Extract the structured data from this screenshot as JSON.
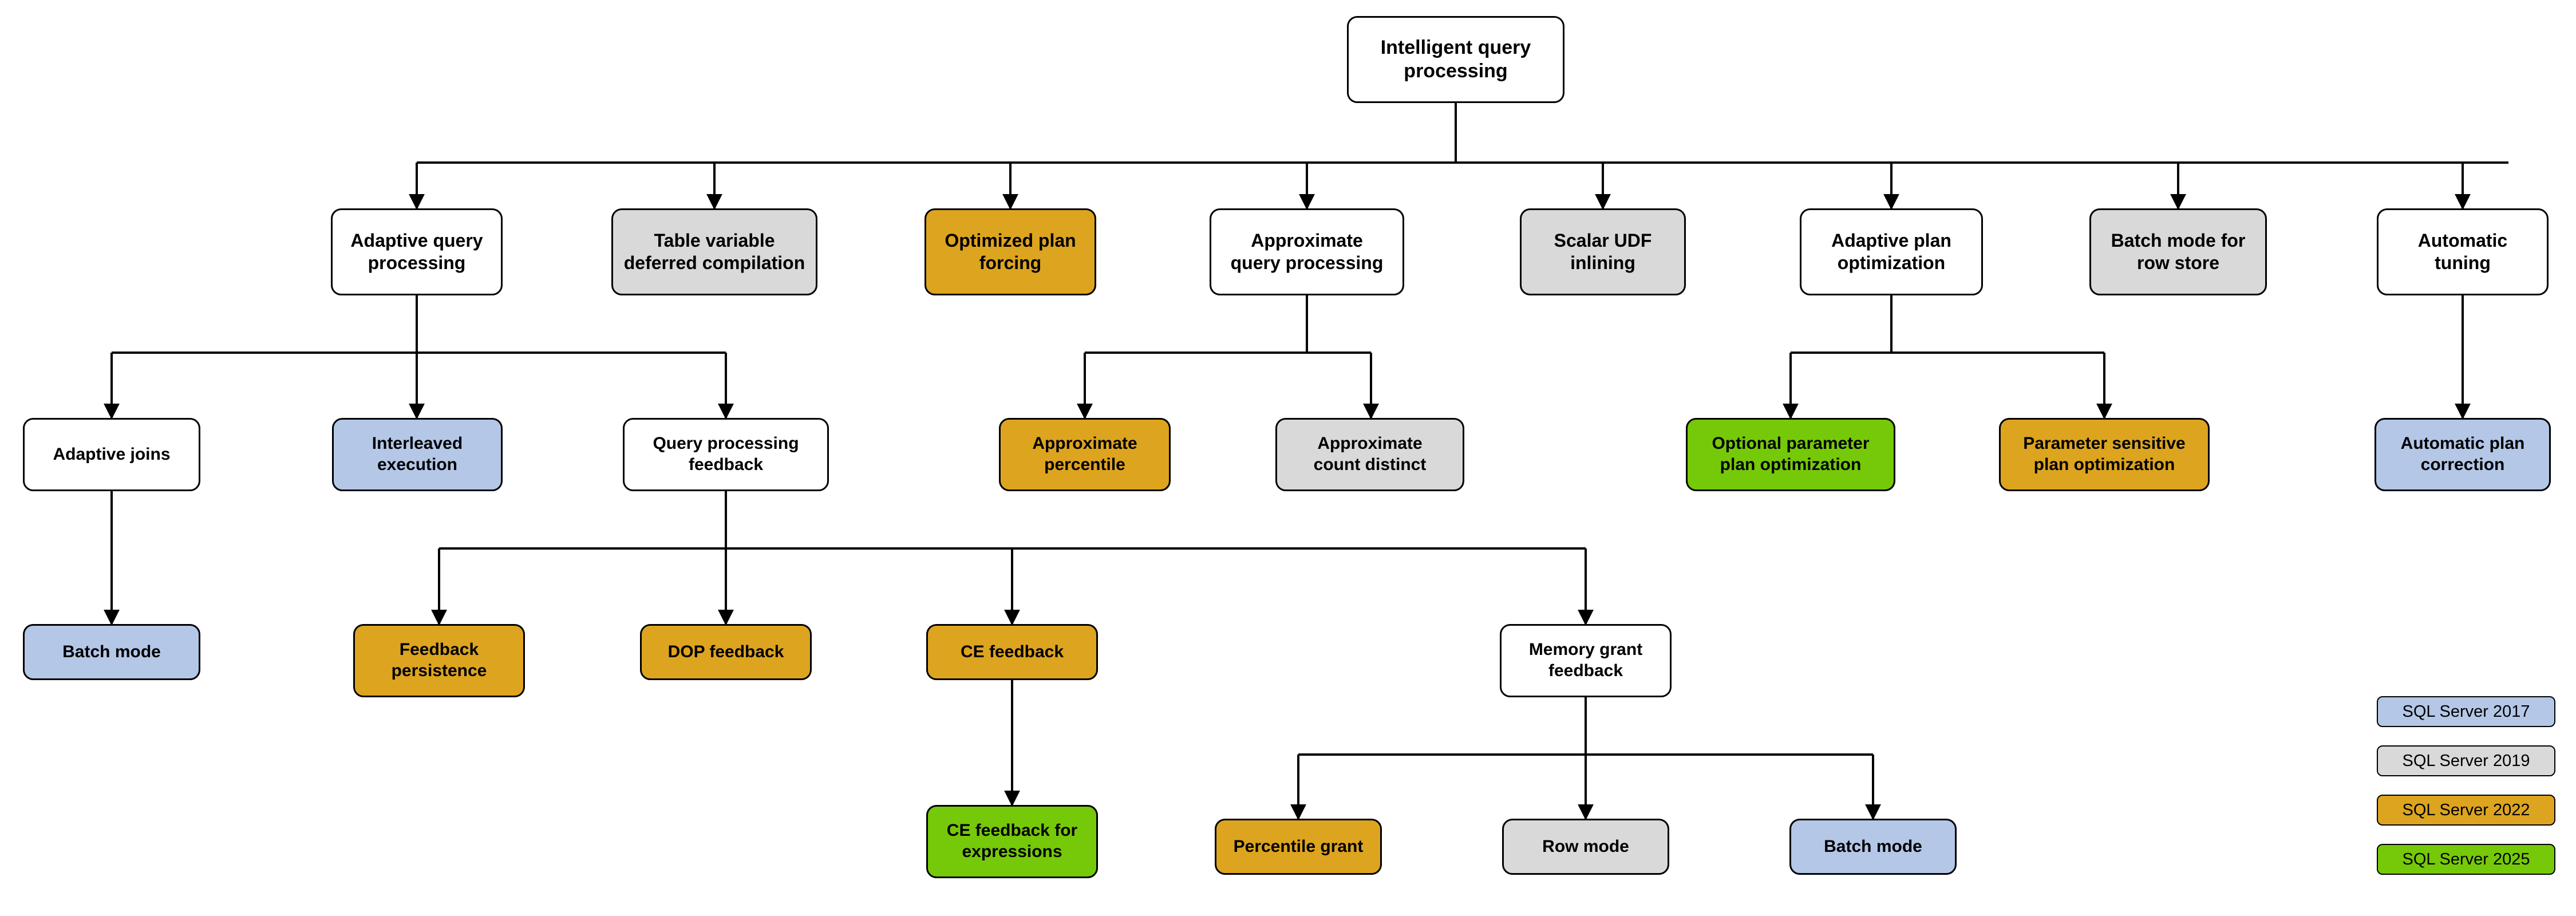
{
  "diagram": {
    "title": "Intelligent query processing",
    "root": {
      "label": "Intelligent query\nprocessing"
    },
    "level1": [
      {
        "label": "Adaptive query\nprocessing",
        "fill": "white"
      },
      {
        "label": "Table variable\ndeferred compilation",
        "fill": "gray"
      },
      {
        "label": "Optimized plan\nforcing",
        "fill": "gold"
      },
      {
        "label": "Approximate\nquery processing",
        "fill": "white"
      },
      {
        "label": "Scalar UDF\ninlining",
        "fill": "gray"
      },
      {
        "label": "Adaptive plan\noptimization",
        "fill": "white"
      },
      {
        "label": "Batch mode for\nrow store",
        "fill": "gray"
      },
      {
        "label": "Automatic\ntuning",
        "fill": "white"
      }
    ],
    "level2": [
      {
        "label": "Adaptive joins",
        "fill": "white"
      },
      {
        "label": "Interleaved\nexecution",
        "fill": "blue"
      },
      {
        "label": "Query processing\nfeedback",
        "fill": "white"
      },
      {
        "label": "Approximate\npercentile",
        "fill": "gold"
      },
      {
        "label": "Approximate\ncount distinct",
        "fill": "gray"
      },
      {
        "label": "Optional parameter\nplan optimization",
        "fill": "green"
      },
      {
        "label": "Parameter sensitive\nplan optimization",
        "fill": "gold"
      },
      {
        "label": "Automatic plan\ncorrection",
        "fill": "blue"
      }
    ],
    "level3": [
      {
        "label": "Batch mode",
        "fill": "blue"
      },
      {
        "label": "Feedback\npersistence",
        "fill": "gold"
      },
      {
        "label": "DOP feedback",
        "fill": "gold"
      },
      {
        "label": "CE feedback",
        "fill": "gold"
      },
      {
        "label": "Memory grant\nfeedback",
        "fill": "white"
      }
    ],
    "level4": [
      {
        "label": "CE feedback for\nexpressions",
        "fill": "green"
      },
      {
        "label": "Percentile grant",
        "fill": "gold"
      },
      {
        "label": "Row mode",
        "fill": "gray"
      },
      {
        "label": "Batch mode",
        "fill": "blue"
      }
    ],
    "legend": [
      {
        "label": "SQL Server 2017",
        "fill": "blue",
        "color": "#b4c7e7"
      },
      {
        "label": "SQL Server 2019",
        "fill": "gray",
        "color": "#d9d9d9"
      },
      {
        "label": "SQL Server 2022",
        "fill": "gold",
        "color": "#dda41f"
      },
      {
        "label": "SQL Server 2025",
        "fill": "green",
        "color": "#76c908"
      }
    ],
    "colors": {
      "sql2017_blue": "#b4c7e7",
      "sql2019_gray": "#d9d9d9",
      "sql2022_gold": "#dda41f",
      "sql2025_green": "#76c908",
      "stroke": "#000000",
      "background": "#ffffff"
    }
  }
}
